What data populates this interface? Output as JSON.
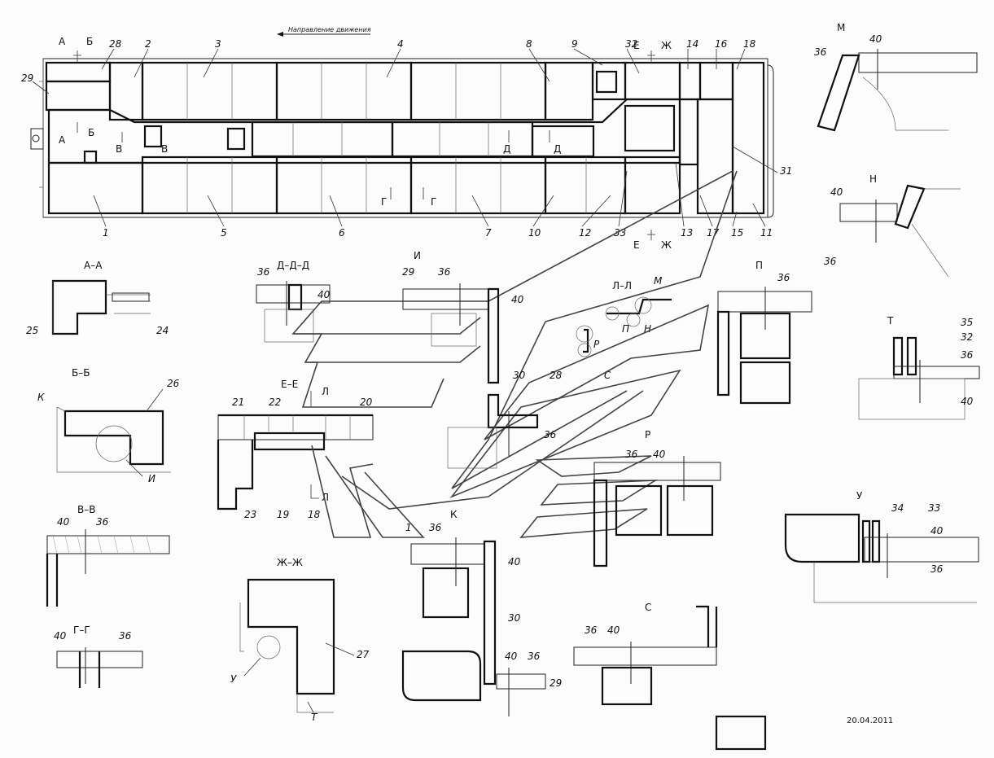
{
  "direction_text": "Направление движения",
  "date": "20.04.2011",
  "main_view": {
    "callouts": [
      {
        "label": "28"
      },
      {
        "label": "2"
      },
      {
        "label": "3"
      },
      {
        "label": "4"
      },
      {
        "label": "8"
      },
      {
        "label": "9"
      },
      {
        "label": "32"
      },
      {
        "label": "14"
      },
      {
        "label": "16"
      },
      {
        "label": "18"
      },
      {
        "label": "29"
      },
      {
        "label": "31"
      },
      {
        "label": "1"
      },
      {
        "label": "5"
      },
      {
        "label": "6"
      },
      {
        "label": "7"
      },
      {
        "label": "10"
      },
      {
        "label": "12"
      },
      {
        "label": "33"
      },
      {
        "label": "13"
      },
      {
        "label": "17"
      },
      {
        "label": "15"
      },
      {
        "label": "11"
      }
    ],
    "section_marks": [
      "А",
      "Б",
      "А",
      "Б",
      "В",
      "В",
      "Г",
      "Г",
      "Д",
      "Д",
      "Е",
      "Ж",
      "Е",
      "Ж"
    ]
  },
  "sections": {
    "aa": {
      "title": "А–А",
      "labels": [
        "25",
        "24"
      ]
    },
    "bb": {
      "title": "Б–Б",
      "labels": [
        "К",
        "26",
        "И"
      ]
    },
    "vv": {
      "title": "В–В",
      "labels": [
        "40",
        "36"
      ]
    },
    "gg": {
      "title": "Г–Г",
      "labels": [
        "40",
        "36"
      ]
    },
    "dd": {
      "title": "Д–Д–Д",
      "labels": [
        "36",
        "40"
      ]
    },
    "ee": {
      "title": "Е–Е",
      "labels": [
        "21",
        "22",
        "20",
        "23",
        "19",
        "18",
        "Л",
        "Л"
      ]
    },
    "zz": {
      "title": "Ж–Ж",
      "labels": [
        "27",
        "У",
        "Т"
      ]
    },
    "ll": {
      "title": "Л–Л",
      "labels": [
        "М",
        "П",
        "Н",
        "Р",
        "С"
      ]
    }
  },
  "details": {
    "i": {
      "title": "И",
      "labels": [
        "29",
        "36",
        "40",
        "30",
        "28",
        "36"
      ]
    },
    "k": {
      "title": "К",
      "labels": [
        "1",
        "36",
        "40",
        "30",
        "40",
        "36",
        "29"
      ]
    },
    "m": {
      "title": "М",
      "labels": [
        "36",
        "40"
      ]
    },
    "n": {
      "title": "Н",
      "labels": [
        "40",
        "36"
      ]
    },
    "p": {
      "title": "П",
      "labels": [
        "36"
      ]
    },
    "r": {
      "title": "Р",
      "labels": [
        "36",
        "40"
      ]
    },
    "s": {
      "title": "С",
      "labels": [
        "36",
        "40"
      ]
    },
    "t": {
      "title": "Т",
      "labels": [
        "35",
        "32",
        "36",
        "40"
      ]
    },
    "u": {
      "title": "У",
      "labels": [
        "34",
        "33",
        "40",
        "36"
      ]
    }
  }
}
